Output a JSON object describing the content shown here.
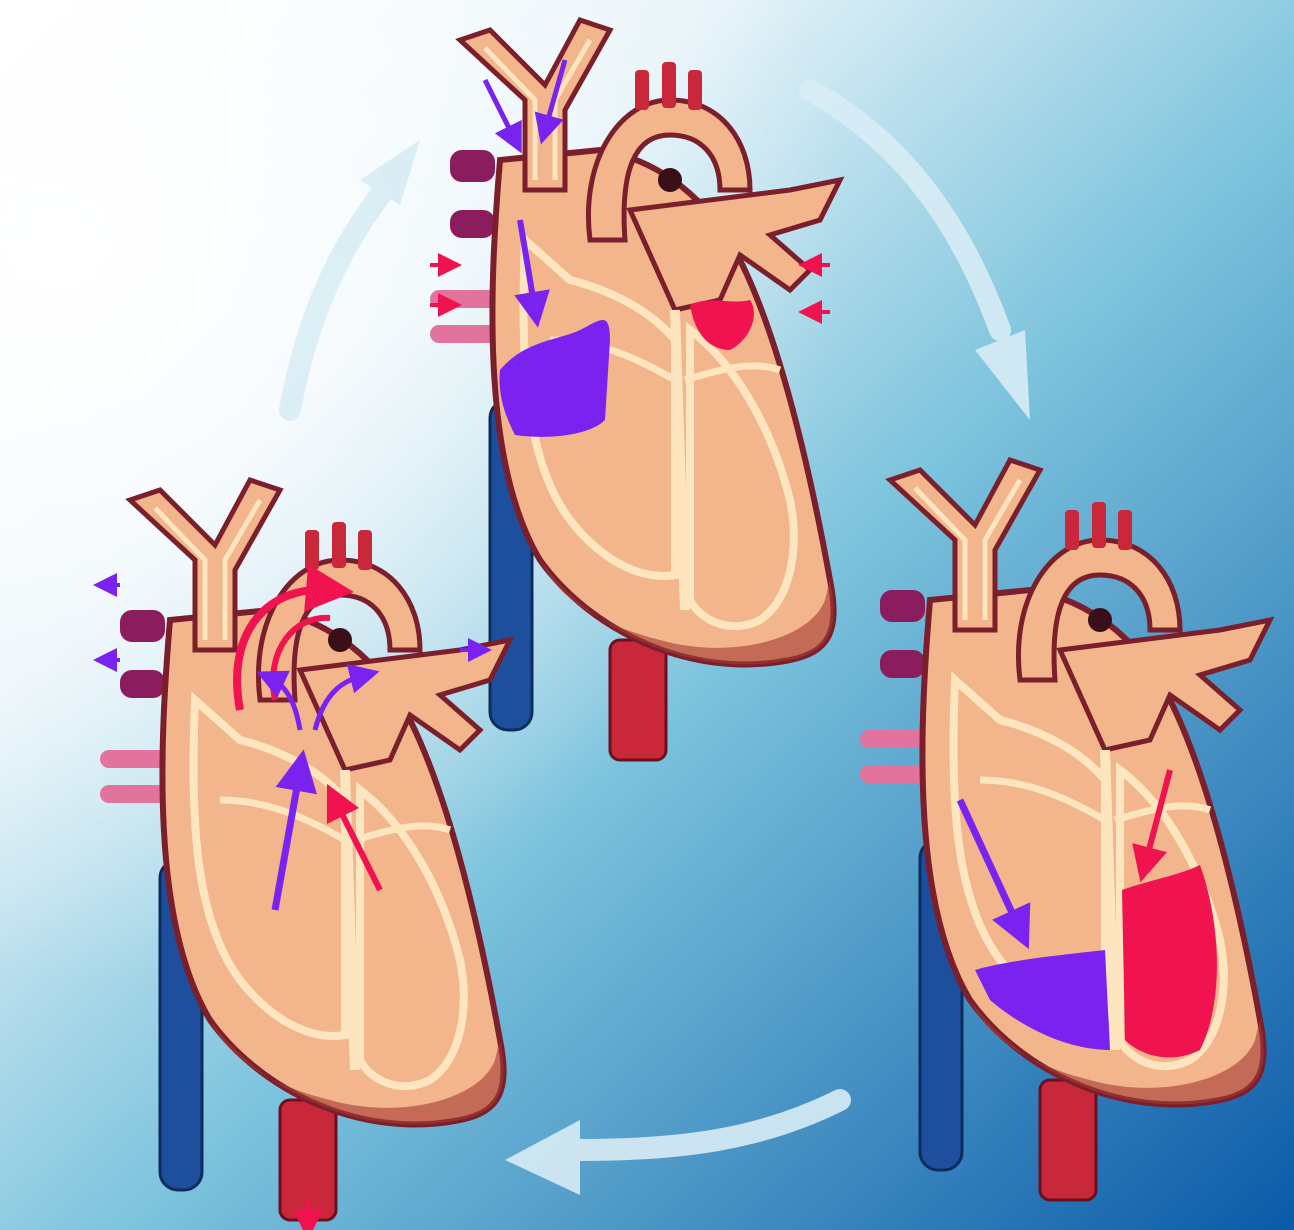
{
  "diagram": {
    "stages": [
      {
        "id": "atrial-filling",
        "highlight": "atria-filled"
      },
      {
        "id": "ventricular-filling",
        "highlight": "ventricles-filled"
      },
      {
        "id": "ventricular-ejection",
        "highlight": "outflow-arrows"
      }
    ],
    "cycle_direction": "clockwise"
  },
  "colors": {
    "background_light": "#ffffff",
    "background_mid": "#7cc3dd",
    "background_dark": "#0b5aa8",
    "cycle_arrow": "#d8ecf5",
    "myocardium": "#f2b58c",
    "myocardium_outline": "#7a1f2b",
    "inner_lining": "#fde6bf",
    "deoxygenated_blood": "#7a22f0",
    "oxygenated_blood": "#f0134f",
    "vena_cava": "#1d4f9e",
    "aorta_root": "#c8283a",
    "pulmonary_veins": "#e2739c",
    "pulmonary_artery_branches": "#8b1d5e"
  }
}
